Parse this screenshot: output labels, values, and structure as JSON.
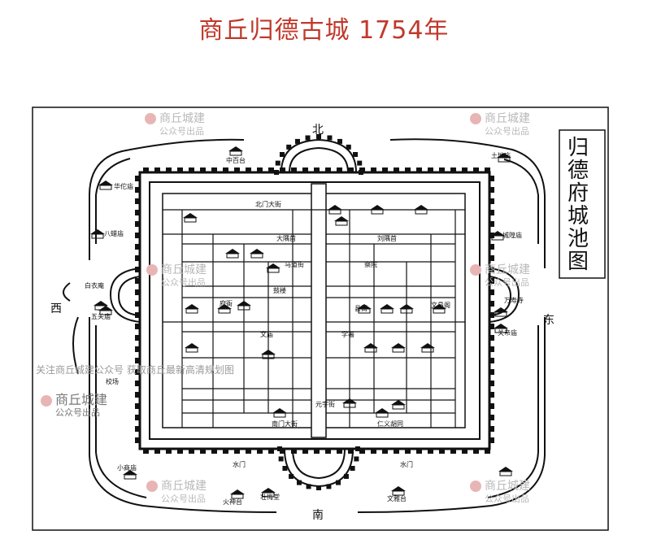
{
  "title": "商丘归德古城 1754年",
  "map_title_vertical": [
    "归",
    "德",
    "府",
    "城",
    "池",
    "图"
  ],
  "directions": {
    "north": "北",
    "south": "南",
    "east": "东",
    "west": "西"
  },
  "watermark": {
    "name": "商丘城建",
    "sub": "公众号出品"
  },
  "notice": "关注商丘城建公众号 获取商丘最新高清规划图",
  "labels": {
    "top_gate": "中百台",
    "top_left_small": "华佗庙",
    "top_right_small": "土地庙",
    "left_1": "八蜡庙",
    "left_2": "白衣庵",
    "left_3": "五关庙",
    "left_4": "校场",
    "left_bottom": "小商庙",
    "bottom_left": "火神台",
    "bottom_center": "壮悔堂",
    "bottom_right": "文雅台",
    "right_1": "城隍庙",
    "right_2": "万寿寺",
    "right_3": "关帝庙",
    "street_north": "北门大街",
    "street_south": "南门大街",
    "street_1": "大隅首",
    "street_2": "刘隅首",
    "street_3": "马道街",
    "street_4": "察院",
    "street_5": "府衙",
    "street_6": "县衙",
    "street_7": "文庙",
    "street_8": "学署",
    "street_9": "文昌阁",
    "street_10": "仁义胡同",
    "street_11": "水门",
    "street_12": "水门",
    "street_13": "鼓楼",
    "street_14": "元字街"
  }
}
